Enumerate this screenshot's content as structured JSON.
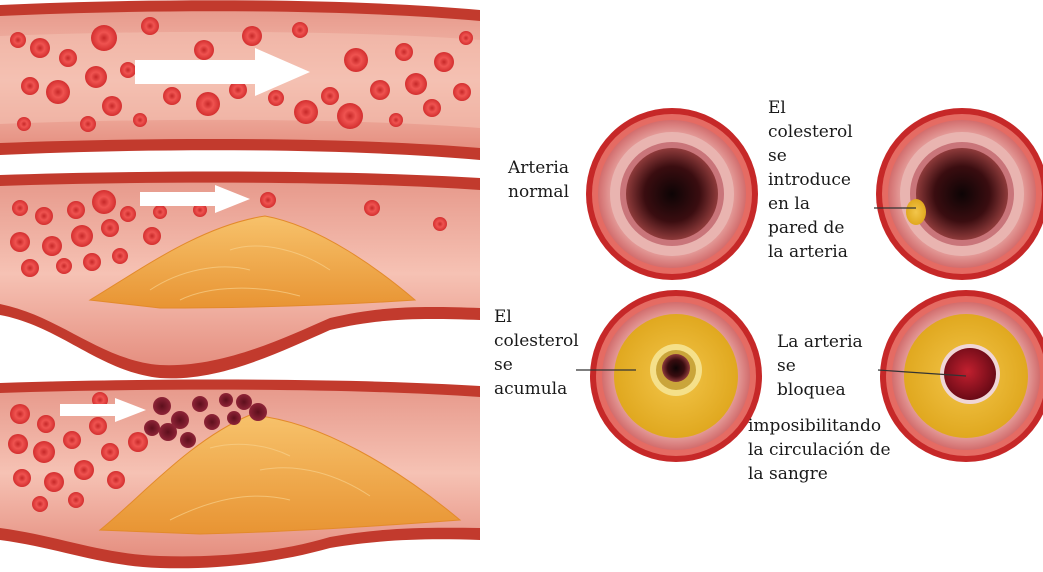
{
  "labels": {
    "normal": "Arteria\nnormal",
    "intro": "El\ncolesterol\nse\nintroduce\nen la\npared de\nla arteria",
    "accum": "El\ncolesterol\nse\nacumula",
    "block_a": "La arteria\nse\nbloquea",
    "block_b": "imposibilitando\nla circulación de\nla sangre"
  },
  "colors": {
    "vessel_wall": "#c0392b",
    "vessel_inner": "#f0b5a5",
    "blood_cell": "#e53935",
    "clot_cell": "#8b1a2b",
    "plaque": "#f1a54a",
    "arrow": "#ffffff"
  }
}
